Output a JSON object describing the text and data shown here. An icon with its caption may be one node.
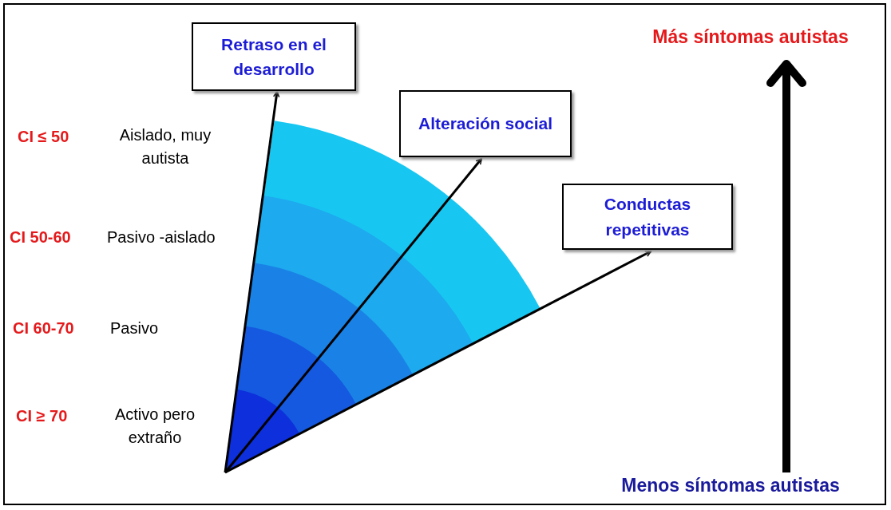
{
  "diagram": {
    "nodes": [
      {
        "text": [
          "Retraso en el desarrollo"
        ]
      },
      {
        "text": [
          "Alteración social"
        ]
      },
      {
        "text": [
          "Conductas repetitivas"
        ]
      }
    ],
    "edges": [
      {
        "from": null,
        "to": 0,
        "arrow": "to"
      },
      {
        "from": null,
        "to": 1,
        "arrow": "to"
      },
      {
        "from": null,
        "to": 2,
        "arrow": "to"
      }
    ],
    "labels": [
      "Más síntomas autistas",
      "CI ≤ 50",
      "Aislado, muy autista",
      "CI 50-60",
      "Pasivo -aislado",
      "CI 60-70",
      "Pasivo",
      "CI ≥ 70",
      "Activo pero extraño",
      "Menos síntomas autistas"
    ]
  }
}
